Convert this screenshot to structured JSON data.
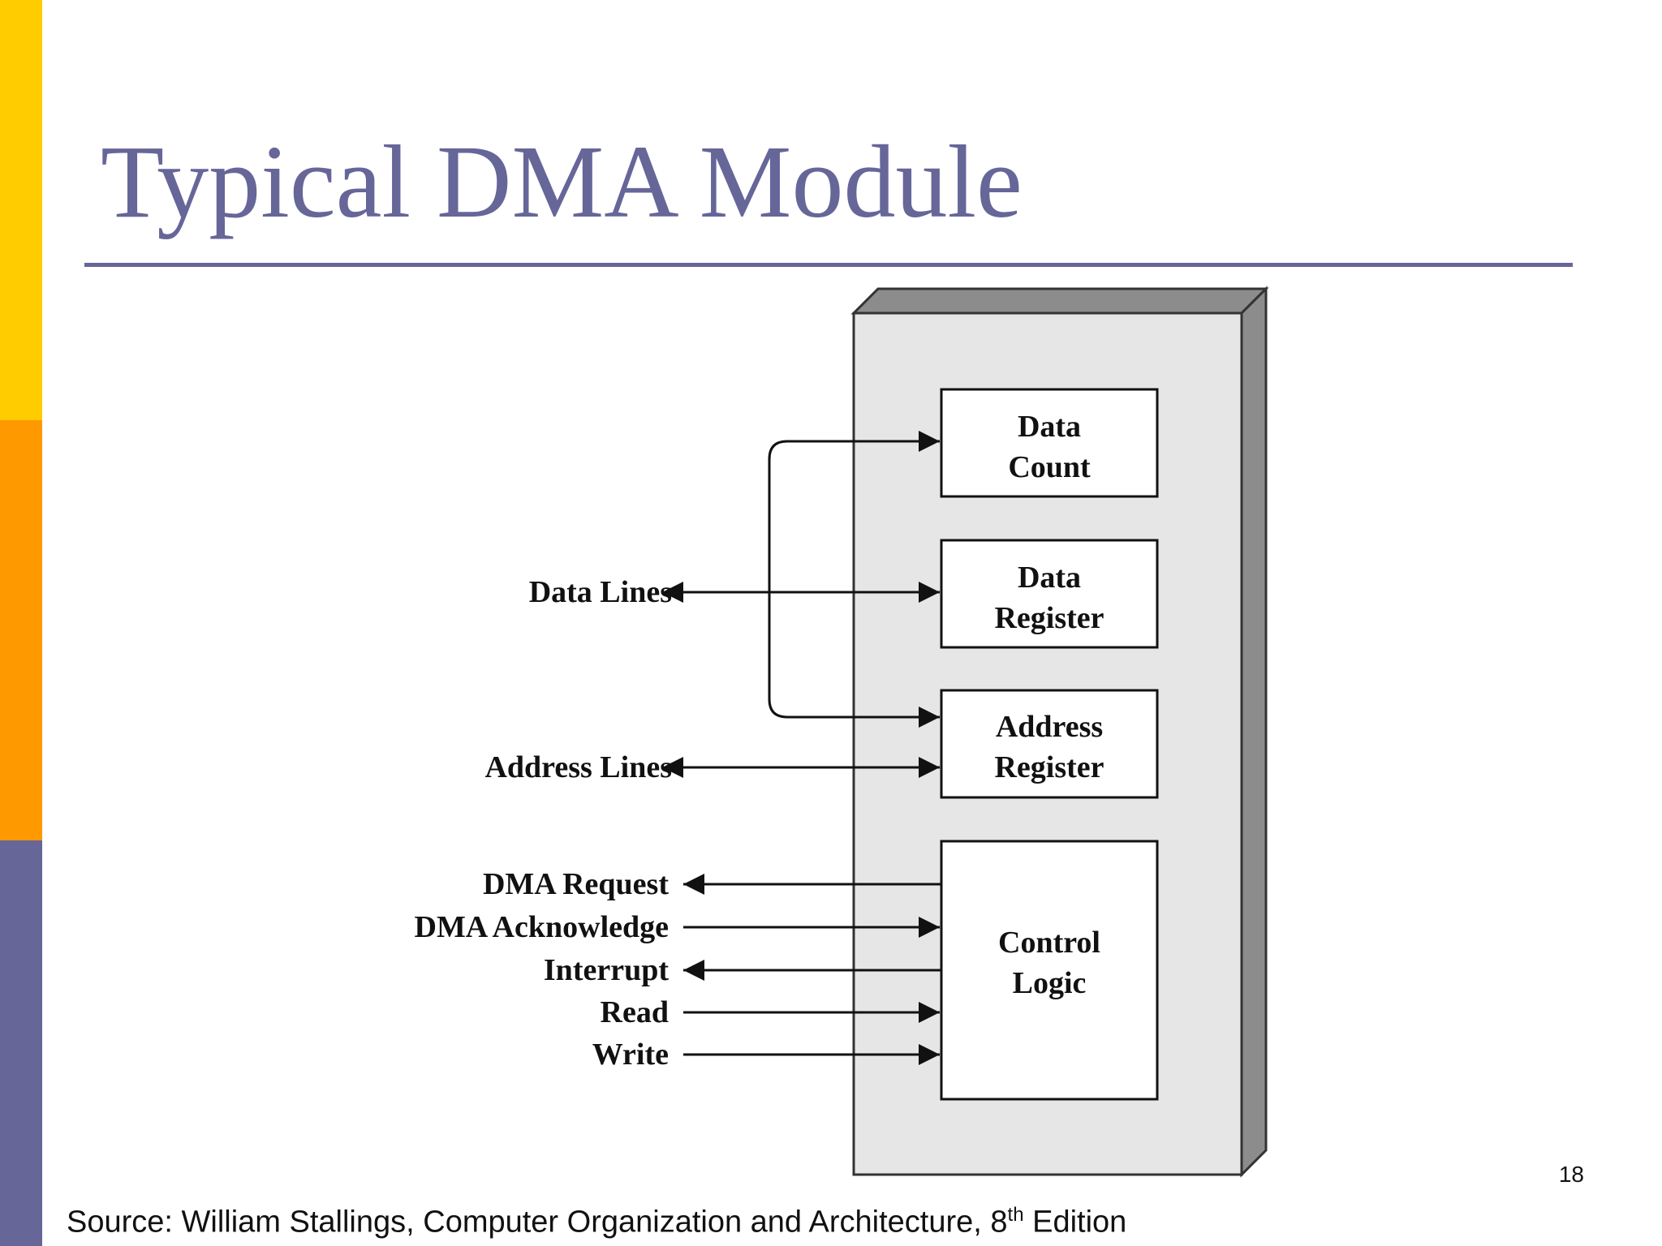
{
  "slide": {
    "title": "Typical DMA Module",
    "page_number": "18",
    "source": {
      "prefix": "Source: William Stallings, Computer Organization and Architecture, 8",
      "superscript": "th",
      "suffix": " Edition"
    }
  },
  "diagram": {
    "registers": [
      {
        "line1": "Data",
        "line2": "Count"
      },
      {
        "line1": "Data",
        "line2": "Register"
      },
      {
        "line1": "Address",
        "line2": "Register"
      }
    ],
    "control_logic": {
      "line1": "Control",
      "line2": "Logic"
    },
    "lines": [
      {
        "label": "Data Lines",
        "direction": "bidirectional",
        "target": "Data Register"
      },
      {
        "label": "Address Lines",
        "direction": "bidirectional",
        "target": "Address Register"
      }
    ],
    "control_signals": [
      {
        "label": "DMA Request",
        "direction": "out"
      },
      {
        "label": "DMA Acknowledge",
        "direction": "in"
      },
      {
        "label": "Interrupt",
        "direction": "out"
      },
      {
        "label": "Read",
        "direction": "in"
      },
      {
        "label": "Write",
        "direction": "in"
      }
    ],
    "colors": {
      "module_fill": "#e6e6e6",
      "module_top": "#8c8c8c",
      "module_side": "#8c8c8c",
      "stroke": "#111111"
    }
  }
}
